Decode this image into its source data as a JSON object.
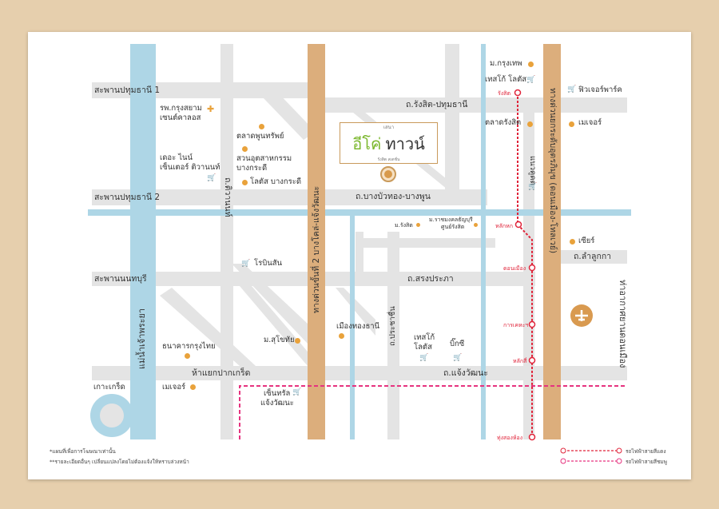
{
  "roads": {
    "pathum1": "สะพานปทุมธานี 1",
    "pathum2": "สะพานปทุมธานี 2",
    "nonthaburi": "สะพานนนทบุรี",
    "pakkret": "ห้าแยกปากเกร็ด",
    "rangsit": "ถ.รังสิต-ปทุมธานี",
    "bangbuathong": "ถ.บางบัวทอง-บางพูน",
    "songprapa": "ถ.สรงประภา",
    "chaengwattana": "ถ.แจ้งวัฒนะ",
    "lamlukka": "ถ.ลำลูกกา",
    "tiwanon": "ถ.ติวานนท์",
    "tollway2": "ทางด่วนขั้นที่ 2 บางโคล่-แจ้งวัฒนะ",
    "uttaraphimuk": "ทางด่วนยกระดับอุตรภิมุข (ดอนเมือง-โทลเวย์)",
    "river": "แม่น้ำเจ้าพระยา",
    "prachachuen": "ถ.ประชาชื่น",
    "khukhot": "แนวคูคต",
    "airport": "ท่าอากาศยานดอนเมือง"
  },
  "pois": {
    "hospital": "รพ.กรุงสยาม",
    "hospital2": "เซนต์คาลอส",
    "nine1": "เดอะ ไนน์",
    "nine2": "เซ็นเตอร์ ติวานนท์",
    "poonsap": "ตลาดพูนทรัพย์",
    "park1": "สวนอุตสาหกรรม",
    "park2": "บางกระดี",
    "lotus_bk": "โลตัส บางกระดี",
    "robinson": "โรบินสัน",
    "ktb": "ธนาคารกรุงไทย",
    "stou": "ม.สุโขทัย",
    "muangthong": "เมืองทองธานี",
    "major1": "เมเจอร์",
    "kohkret": "เกาะเกร็ด",
    "central1": "เซ็นทรัล",
    "central2": "แจ้งวัฒนะ",
    "tesco1": "เทสโก้",
    "tesco2": "โลตัส",
    "bigc": "บิ๊กซี",
    "bu": "ม.กรุงเทพ",
    "tesco_top": "เทสโก้ โลตัส",
    "rangsit_market": "ตลาดรังสิต",
    "future": "ฟิวเจอร์พาร์ค",
    "major2": "เมเจอร์",
    "rsu": "ม.รังสิต",
    "rmutt1": "ม.ราชมงคลธัญบุรี",
    "rmutt2": "ศูนย์รังสิต",
    "seer": "เซียร์"
  },
  "stations": {
    "rangsit": "รังสิต",
    "lakhok": "หลักหก",
    "donmuang": "ดอนเมือง",
    "kheha": "การเคหะฯ",
    "laksi": "หลักสี่",
    "thungsonghong": "ทุ่งสองห้อง"
  },
  "logo": {
    "top": "เสนา",
    "name_green": "อีโค่",
    "name_dark": "ทาวน์",
    "sub": "รังสิต สเตชั่น"
  },
  "notes": {
    "n1": "*แผนที่เพื่อการโฆษณาเท่านั้น",
    "n2": "**รายละเอียดอื่นๆ เปลี่ยนแปลงโดยไม่ต้องแจ้งให้ทราบล่วงหน้า"
  },
  "legend": {
    "red": "รถไฟฟ้าสายสีแดง",
    "pink": "รถไฟฟ้าสายสีชมพู"
  },
  "colors": {
    "road": "#e3e3e3",
    "water": "#aed6e6",
    "expressway": "#dcae7c",
    "red_line": "#e0243a",
    "pink_line": "#e6337f",
    "poi": "#e9a23b"
  }
}
